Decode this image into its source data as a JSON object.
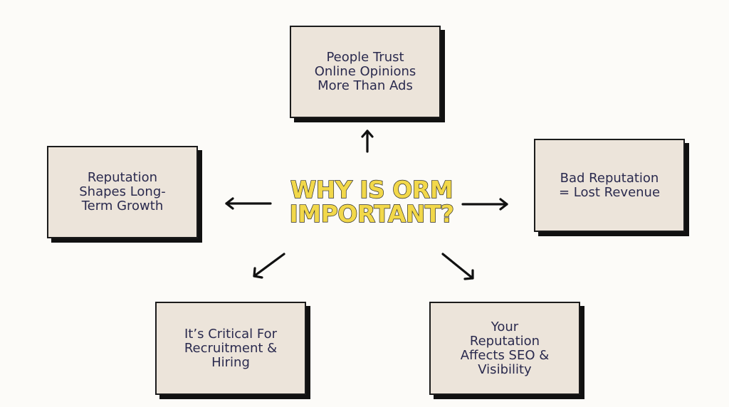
{
  "center": {
    "line1": "WHY IS ORM",
    "line2": "IMPORTANT?"
  },
  "boxes": {
    "top": "People Trust\nOnline Opinions\nMore Than Ads",
    "left": "Reputation\nShapes Long-\nTerm Growth",
    "right": "Bad Reputation\n= Lost Revenue",
    "bottom_left": "It’s Critical For\nRecruitment &\nHiring",
    "bottom_right": "Your\nReputation\nAffects SEO &\nVisibility"
  },
  "colors": {
    "background": "#fcfbf8",
    "box_fill": "#ece4da",
    "box_text": "#2a2a4e",
    "title_fill": "#f2d84a",
    "title_outline": "#2a2a2a",
    "arrow": "#111111"
  }
}
